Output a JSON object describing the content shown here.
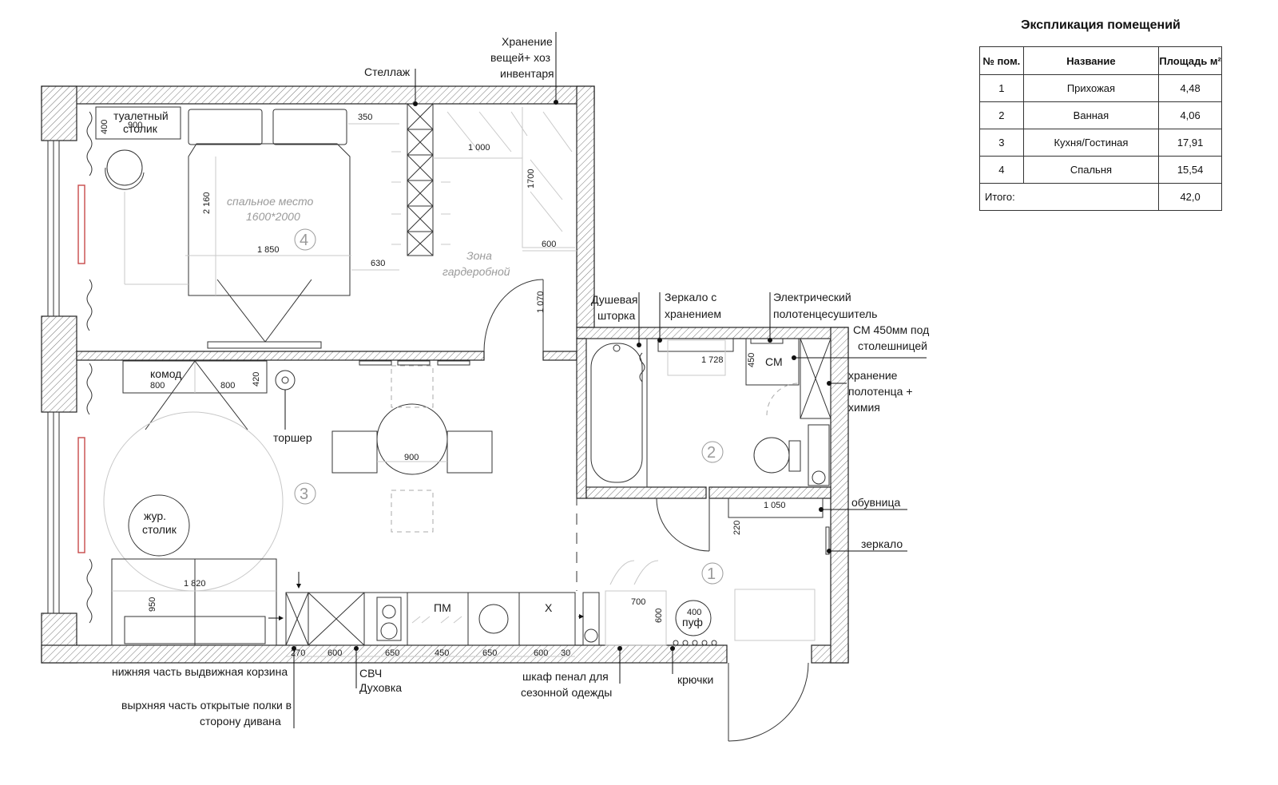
{
  "explication": {
    "title": "Экспликация помещений",
    "headers": {
      "num": "№ пом.",
      "name": "Название",
      "area": "Площадь м²"
    },
    "rows": [
      {
        "num": "1",
        "name": "Прихожая",
        "area": "4,48"
      },
      {
        "num": "2",
        "name": "Ванная",
        "area": "4,06"
      },
      {
        "num": "3",
        "name": "Кухня/Гостиная",
        "area": "17,91"
      },
      {
        "num": "4",
        "name": "Спальня",
        "area": "15,54"
      }
    ],
    "total": {
      "label": "Итого:",
      "area": "42,0"
    }
  },
  "rooms": {
    "room1": "1",
    "room2": "2",
    "room3": "3",
    "room4": "4"
  },
  "callouts": {
    "storage_top": [
      "Хранение",
      "вещей+ хоз",
      "инвентаря"
    ],
    "shelving": "Стеллаж",
    "shower_curtain": [
      "Душевая",
      "шторка"
    ],
    "mirror_storage": [
      "Зеркало с",
      "хранением"
    ],
    "towel_dryer": [
      "Электрический",
      "полотенцесушитель"
    ],
    "washer": [
      "СМ 450мм под",
      "столешницей"
    ],
    "towel_storage": [
      "хранение",
      "полотенца +",
      "химия"
    ],
    "shoe_rack": "обувница",
    "mirror": "зеркало",
    "hooks": "крючки",
    "wardrobe": [
      "шкаф пенал для",
      "сезонной одежды"
    ],
    "microwave": [
      "СВЧ",
      "Духовка"
    ],
    "basket": "нижняя часть выдвижная корзина",
    "shelves": [
      "вырхняя часть открытые полки в",
      "сторону дивана"
    ],
    "floor_lamp": "торшер",
    "dresser": "комод"
  },
  "furniture": {
    "vanity": [
      "туалетный",
      "столик"
    ],
    "bed": [
      "спальное место",
      "1600*2000"
    ],
    "wardrobe_zone": [
      "Зона",
      "гардеробной"
    ],
    "coffee_table": [
      "жур.",
      "столик"
    ],
    "pouf": "пуф",
    "dishwasher": "ПМ",
    "washer_short": "СМ"
  },
  "dimensions": {
    "vanity_w": "900",
    "vanity_d": "400",
    "d350": "350",
    "d1000": "1 000",
    "d1700": "1700",
    "d2160": "2 160",
    "d1850": "1 850",
    "d630": "630",
    "d600a": "600",
    "d1070": "1 070",
    "d1728": "1 728",
    "d450": "450",
    "d800a": "800",
    "d800b": "800",
    "d420": "420",
    "d900": "900",
    "d1820": "1 820",
    "d950": "950",
    "d1050": "1 050",
    "d220": "220",
    "d700": "700",
    "d600b": "600",
    "d400p": "400",
    "k270": "270",
    "k600a": "600",
    "k650a": "650",
    "k450": "450",
    "k650b": "650",
    "k600b": "600",
    "k30": "30"
  }
}
